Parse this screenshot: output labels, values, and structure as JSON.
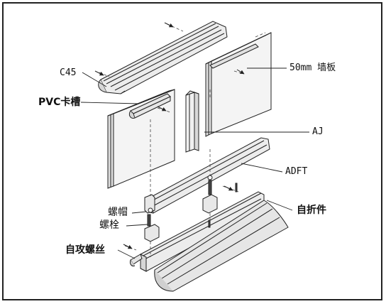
{
  "labels": {
    "c45": "C45",
    "pvc_slot": "PVC卡槽",
    "wall_panel": "50mm 墙板",
    "aj": "AJ",
    "adft": "ADFT",
    "bent_part": "自折件",
    "nut_cap": "螺帽",
    "bolt": "螺栓",
    "tapping_screw": "自攻螺丝"
  },
  "colors": {
    "line": "#222222",
    "panel_fill": "#f4f4f4",
    "profile_fill": "#e6e6e6",
    "shadow_fill": "#d0d0d0"
  }
}
